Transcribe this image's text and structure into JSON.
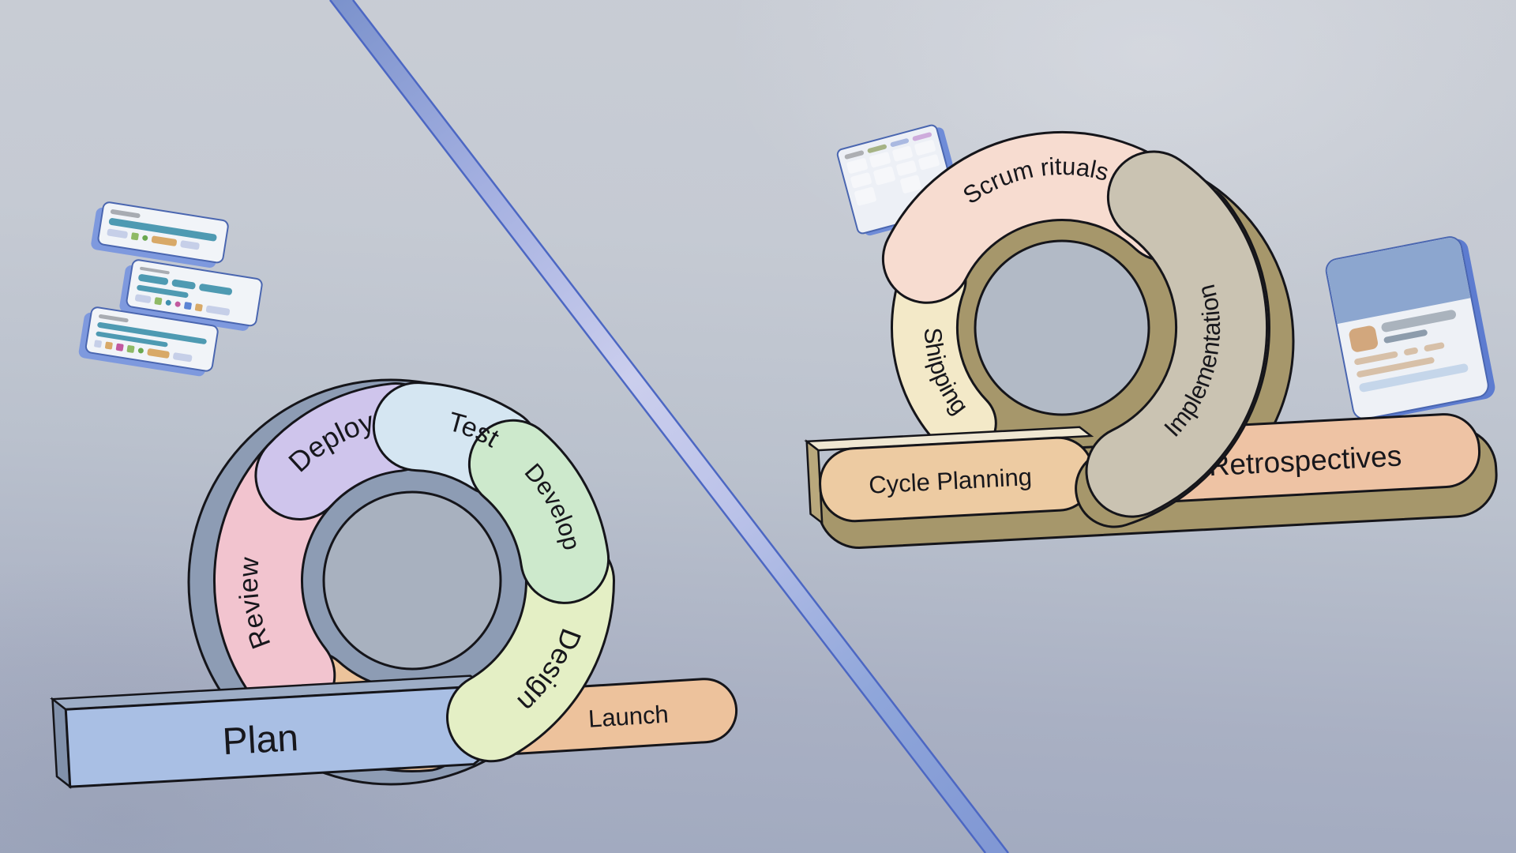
{
  "background": {
    "top_color": "#c9cdd5",
    "bottom_color": "#a0a9bf"
  },
  "divider": {
    "edge_color": "#4c67c3",
    "fill_top": "#7b92cc",
    "fill_mid": "#cbceed",
    "fill_bottom": "#8198d4"
  },
  "left_diagram": {
    "segments": [
      {
        "label": "Review",
        "color": "#f2c4cf"
      },
      {
        "label": "Deploy",
        "color": "#cfc5ec"
      },
      {
        "label": "Test",
        "color": "#d5e6f2"
      },
      {
        "label": "Develop",
        "color": "#cde9cc"
      },
      {
        "label": "Design",
        "color": "#e4efc5"
      }
    ],
    "ring_back_color": "#8d9cb4",
    "hole_color": "#a8b1bf",
    "tail_color": "#ecc39b",
    "baseline": {
      "plan": {
        "label": "Plan",
        "color": "#a9bfe4"
      },
      "launch": {
        "label": "Launch",
        "color": "#edc29c"
      }
    }
  },
  "right_diagram": {
    "segments": [
      {
        "label": "Scrum rituals",
        "color": "#f7dcd0"
      },
      {
        "label": "Shipping",
        "color": "#f3e9c8"
      },
      {
        "label": "Implementation",
        "color": "#cac3b2"
      }
    ],
    "ring_back_color": "#a6976b",
    "hole_color": "#b2bac6",
    "baseline": {
      "cycle_planning": {
        "label": "Cycle Planning",
        "color": "#edcba2"
      },
      "retrospectives": {
        "label": "Retrospectives",
        "color": "#eec3a4"
      }
    }
  }
}
